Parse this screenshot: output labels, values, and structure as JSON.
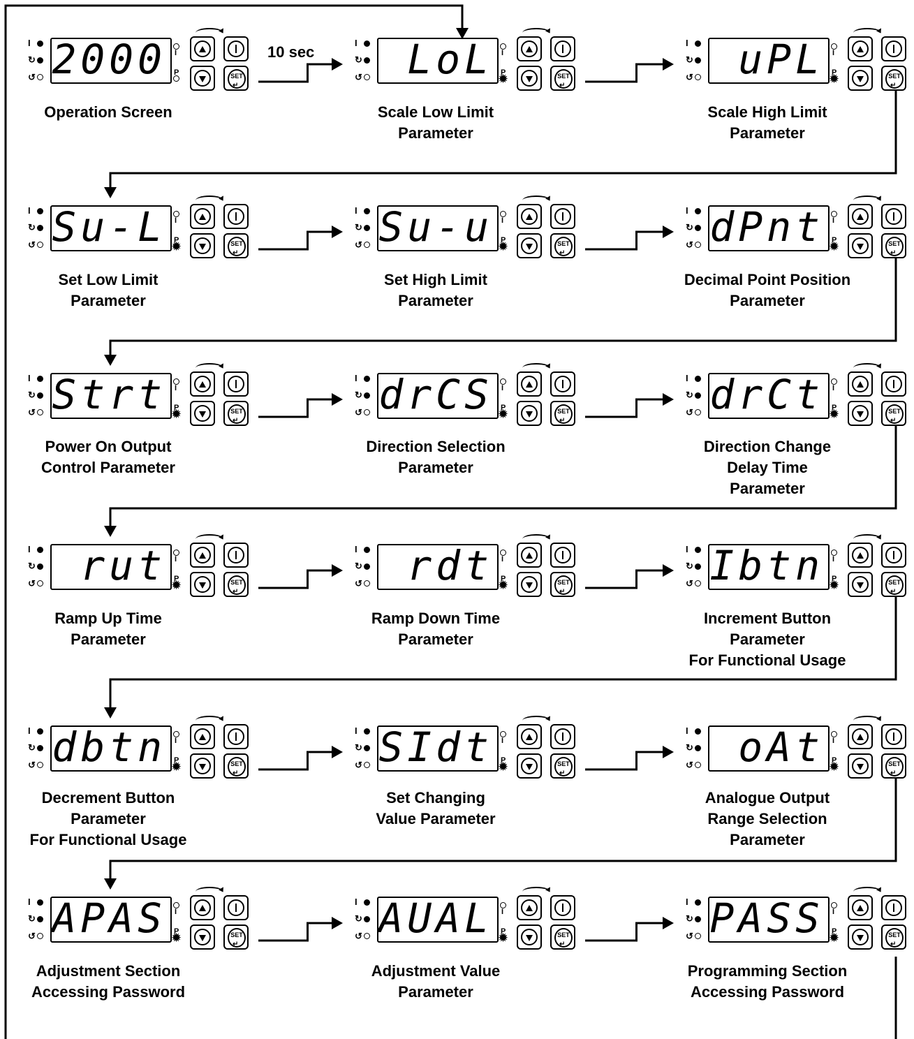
{
  "delay_label": "10 sec",
  "panel_markers": {
    "top": "I",
    "p": "P",
    "i_right": "I"
  },
  "set_button_label": "SET",
  "steps": [
    {
      "display": "2000",
      "caption": "Operation Screen"
    },
    {
      "display": "LoL",
      "caption": "Scale Low Limit\nParameter"
    },
    {
      "display": "uPL",
      "caption": "Scale High Limit\nParameter"
    },
    {
      "display": "Su-L",
      "caption": "Set Low Limit\nParameter"
    },
    {
      "display": "Su-u",
      "caption": "Set High Limit\nParameter"
    },
    {
      "display": "dPnt",
      "caption": "Decimal Point Position\nParameter"
    },
    {
      "display": "Strt",
      "caption": "Power On Output\nControl Parameter"
    },
    {
      "display": "drCS",
      "caption": "Direction Selection\nParameter"
    },
    {
      "display": "drCt",
      "caption": "Direction Change\nDelay Time\nParameter"
    },
    {
      "display": "rut",
      "caption": "Ramp Up Time\nParameter"
    },
    {
      "display": "rdt",
      "caption": "Ramp Down Time\nParameter"
    },
    {
      "display": "Ibtn",
      "caption": "Increment  Button\nParameter\nFor Functional Usage"
    },
    {
      "display": "dbtn",
      "caption": "Decrement Button\nParameter\nFor Functional Usage"
    },
    {
      "display": "SIdt",
      "caption": "Set Changing\nValue Parameter"
    },
    {
      "display": "oAt",
      "caption": "Analogue Output\nRange Selection\nParameter"
    },
    {
      "display": "APAS",
      "caption": "Adjustment Section\nAccessing Password"
    },
    {
      "display": "AUAL",
      "caption": "Adjustment Value\nParameter"
    },
    {
      "display": "PASS",
      "caption": "Programming Section\nAccessing Password"
    }
  ],
  "icons": [
    "up-arrow-icon",
    "down-arrow-icon",
    "power-icon",
    "set-enter-icon",
    "led-indicator-icon",
    "blinking-star-icon"
  ]
}
